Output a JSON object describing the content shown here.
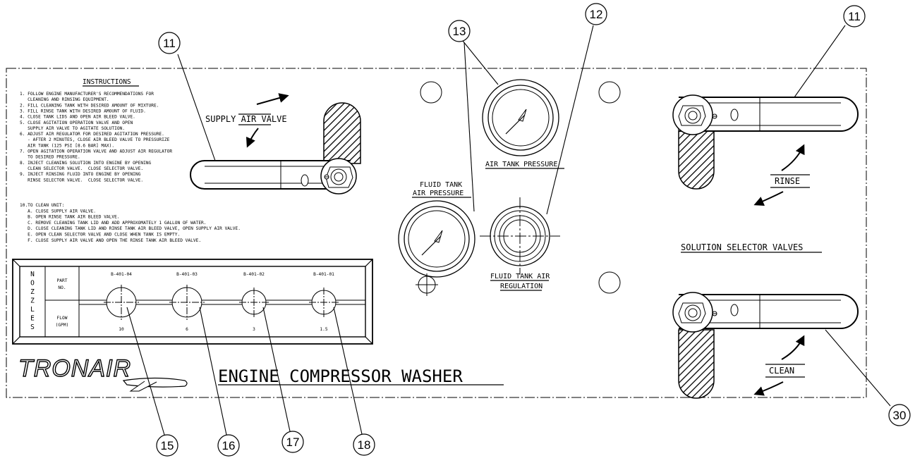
{
  "instructions": {
    "title": "INSTRUCTIONS",
    "steps": [
      "1. FOLLOW ENGINE MANUFACTURER'S RECOMMENDATIONS FOR",
      "   CLEANING AND RINSING EQUIPMENT.",
      "2. FILL CLEANING TANK WITH DESIRED AMOUNT OF MIXTURE.",
      "3. FILL RINSE TANK WITH DESIRED AMOUNT OF FLUID.",
      "4. CLOSE TANK LIDS AND OPEN AIR BLEED VALVE.",
      "5. CLOSE AGITATION OPERATION VALVE AND OPEN",
      "   SUPPLY AIR VALVE TO AGITATE SOLUTION.",
      "6. ADJUST AIR REGULATOR FOR DESIRED AGITATION PRESSURE.",
      "   - AFTER 2 MINUTES, CLOSE AIR BLEED VALVE TO PRESSURIZE",
      "   AIR TANK (125 PSI [8.6 BAR] MAX).",
      "7. OPEN AGITATION OPERATION VALVE AND ADJUST AIR REGULATOR",
      "   TO DESIRED PRESSURE.",
      "8. INJECT CLEANING SOLUTION INTO ENGINE BY OPENING",
      "   CLEAN SELECTOR VALVE.  CLOSE SELECTOR VALVE.",
      "9. INJECT RINSING FLUID INTO ENGINE BY OPENING",
      "   RINSE SELECTOR VALVE.  CLOSE SELECTOR VALVE."
    ],
    "clean_steps": [
      "10.TO CLEAN UNIT:",
      "   A. CLOSE SUPPLY AIR VALVE.",
      "   B. OPEN RINSE TANK AIR BLEED VALVE.",
      "   C. REMOVE CLEANING TANK LID AND ADD APPROXOMATELY 1 GALLON OF WATER.",
      "   D. CLOSE CLEANING TANK LID AND RINSE TANK AIR BLEED VALVE, OPEN SUPPLY AIR VALVE.",
      "   E. OPEN CLEAN SELECTOR VALVE AND CLOSE WHEN TANK IS EMPTY.",
      "   F. CLOSE SUPPLY AIR VALVE AND OPEN THE RINSE TANK AIR BLEED VALVE."
    ]
  },
  "labels": {
    "supply_air_valve": "SUPPLY AIR VALVE",
    "air_tank_pressure": "AIR TANK PRESSURE",
    "fluid_tank_air_pressure_1": "FLUID TANK",
    "fluid_tank_air_pressure_2": "AIR PRESSURE",
    "fluid_tank_air_regulation_1": "FLUID TANK AIR",
    "fluid_tank_air_regulation_2": "REGULATION",
    "rinse": "RINSE",
    "clean": "CLEAN",
    "solution_selector_valves": "SOLUTION SELECTOR VALVES",
    "engine_compressor_washer": "ENGINE COMPRESSOR WASHER",
    "logo": "TRONAIR"
  },
  "nozzles": {
    "side_label": [
      "N",
      "O",
      "Z",
      "Z",
      "L",
      "E",
      "S"
    ],
    "part_no_label_1": "PART",
    "part_no_label_2": "NO.",
    "flow_label_1": "FLOW",
    "flow_label_2": "(GPM)",
    "items": [
      {
        "part_no": "B-401-04",
        "flow": "10"
      },
      {
        "part_no": "B-401-03",
        "flow": "6"
      },
      {
        "part_no": "B-401-02",
        "flow": "3"
      },
      {
        "part_no": "B-401-01",
        "flow": "1.5"
      }
    ]
  },
  "callouts": {
    "supply_valve": "11",
    "rinse_valve": "11",
    "gauges": "13",
    "regulator": "12",
    "clean_valve": "30",
    "nozzle_1": "15",
    "nozzle_2": "16",
    "nozzle_3": "17",
    "nozzle_4": "18"
  }
}
